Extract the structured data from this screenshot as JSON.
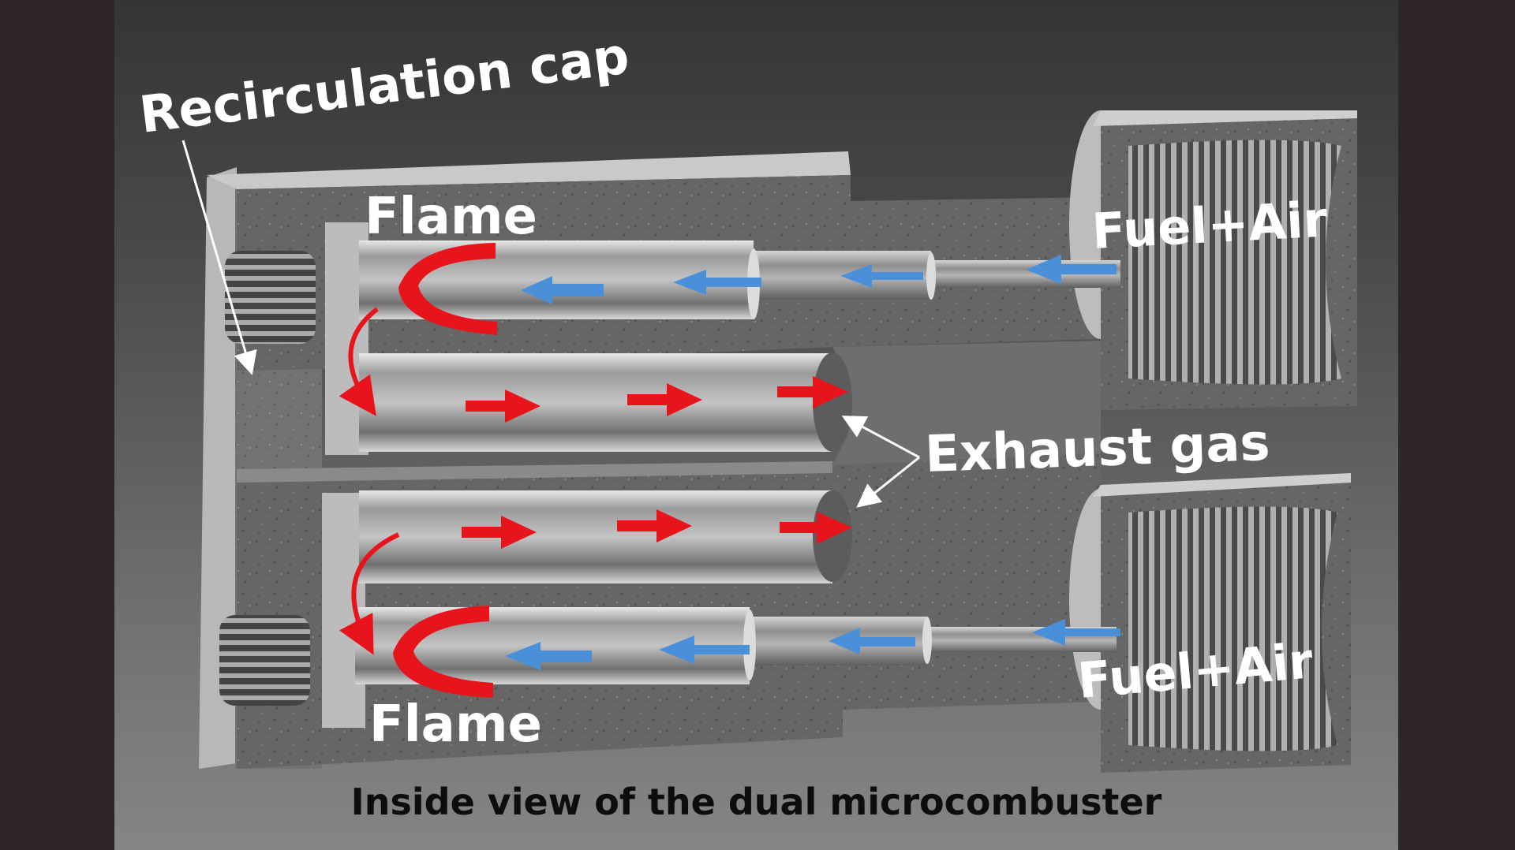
{
  "labels": {
    "recirculation_cap": "Recirculation cap",
    "flame_top": "Flame",
    "flame_bottom": "Flame",
    "fuel_air_top": "Fuel+Air",
    "fuel_air_bottom": "Fuel+Air",
    "exhaust_gas": "Exhaust gas"
  },
  "caption": "Inside view of the dual microcombuster",
  "colors": {
    "flame": "#e8141b",
    "inflow_arrow": "#4a90d9",
    "outflow_arrow": "#e8141b",
    "body": "#6c6c6c",
    "background_bars": "#2e2627"
  }
}
